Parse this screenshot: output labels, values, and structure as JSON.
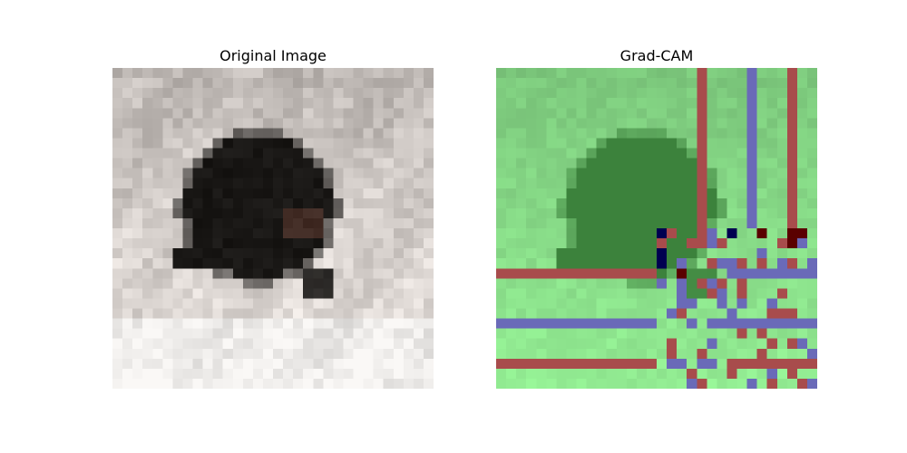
{
  "panels": [
    {
      "title": "Original Image",
      "image": "pixelated-photo-black-object-on-white-fabric"
    },
    {
      "title": "Grad-CAM",
      "image": "gradcam-heatmap-overlay"
    }
  ],
  "colors": {
    "background": "#ffffff",
    "heatmap_low": "#a6efa6",
    "heatmap_mid_green": "#4c9a4c",
    "heatmap_red": "#a84c4c",
    "heatmap_blue": "#6a6ab8",
    "heatmap_dark_red": "#5a0000",
    "heatmap_dark_blue": "#000050"
  }
}
